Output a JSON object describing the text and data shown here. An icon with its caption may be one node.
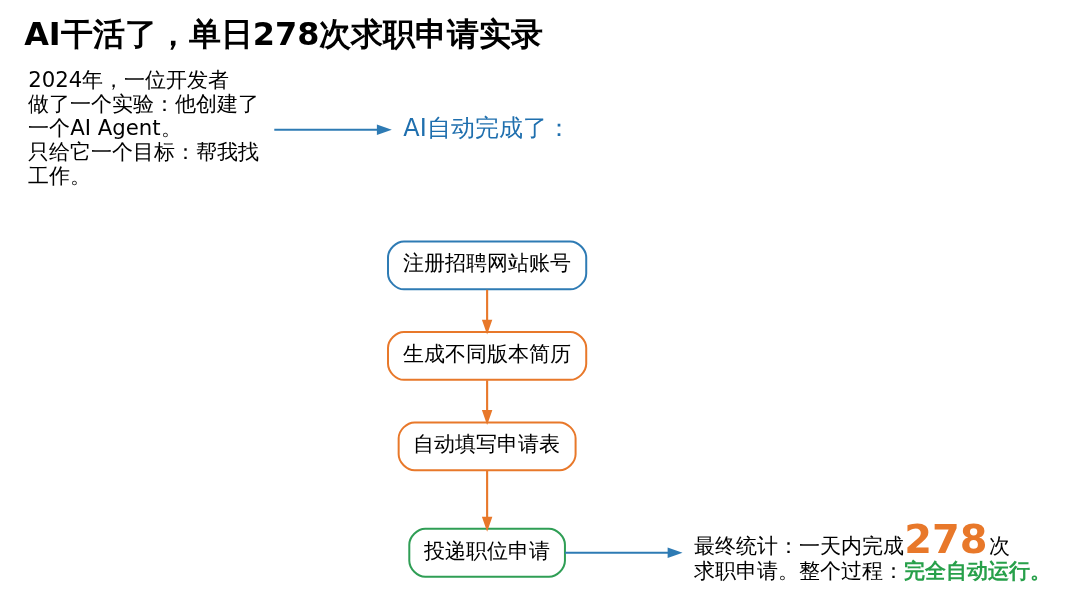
{
  "diagram": {
    "title": "AI干活了，单日278次求职申请实录",
    "nodes": [
      {
        "text": [
          "2024年，一位开发者做了一个实验：他创建了一个AI Agent。只给它一个目标：帮我找工作。"
        ]
      },
      {
        "text": [
          "AI自动完成了："
        ]
      },
      {
        "text": [
          "注册招聘网站账号"
        ]
      },
      {
        "text": [
          "生成不同版本简历"
        ]
      },
      {
        "text": [
          "自动填写申请表"
        ]
      },
      {
        "text": [
          "投递职位申请"
        ]
      },
      {
        "text": [
          "最终统计：一天内完成**278**次求职申请。整个过程：**完全自动运行。**"
        ]
      }
    ],
    "edges": [
      {
        "from": 0,
        "to": 1,
        "arrow": "to",
        "color": "#2e7bb4"
      },
      {
        "from": 2,
        "to": 3,
        "arrow": "to"
      },
      {
        "from": 3,
        "to": 4,
        "arrow": "to"
      },
      {
        "from": 4,
        "to": 5,
        "arrow": "to"
      },
      {
        "from": 5,
        "to": 6,
        "arrow": "to",
        "color": "#2e7bb4"
      }
    ]
  }
}
